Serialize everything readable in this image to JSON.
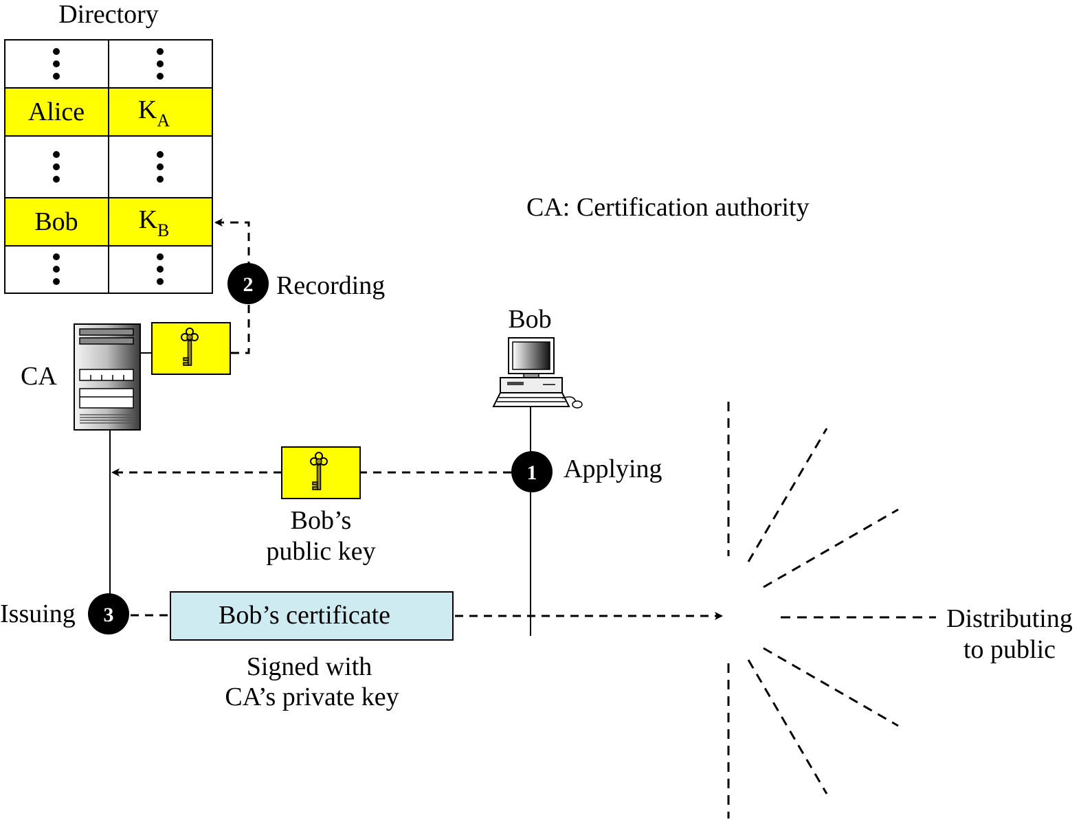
{
  "directory": {
    "title": "Directory",
    "rows": [
      {
        "name": "⋮",
        "key": "⋮",
        "key_sub": "",
        "highlight": false
      },
      {
        "name": "Alice",
        "key": "K",
        "key_sub": "A",
        "highlight": true
      },
      {
        "name": "⋮",
        "key": "⋮",
        "key_sub": "",
        "highlight": false
      },
      {
        "name": "Bob",
        "key": "K",
        "key_sub": "B",
        "highlight": true
      },
      {
        "name": "⋮",
        "key": "⋮",
        "key_sub": "",
        "highlight": false
      }
    ]
  },
  "legend": "CA: Certification authority",
  "ca_label": "CA",
  "bob_label": "Bob",
  "steps": [
    {
      "number": "1",
      "label": "Applying"
    },
    {
      "number": "2",
      "label": "Recording"
    },
    {
      "number": "3",
      "label": "Issuing"
    }
  ],
  "public_key_caption": [
    "Bob’s",
    "public key"
  ],
  "certificate": {
    "label": "Bob’s certificate",
    "caption": [
      "Signed with",
      "CA’s private key"
    ]
  },
  "distribution_label": [
    "Distributing",
    "to public"
  ],
  "colors": {
    "highlight": "#ffff00",
    "certificate": "#cdebf0",
    "key": "#9a8a1a"
  }
}
